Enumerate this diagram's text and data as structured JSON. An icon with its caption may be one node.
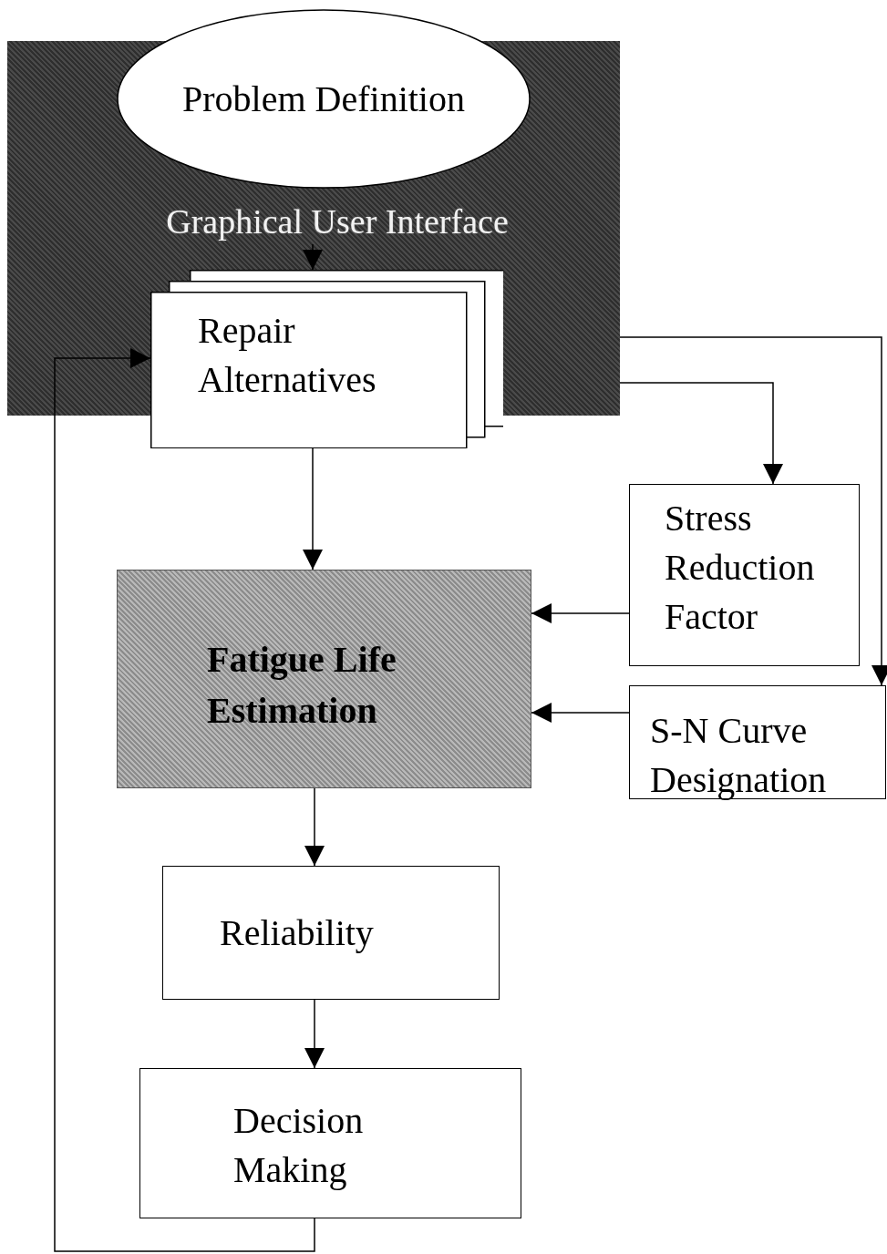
{
  "diagram": {
    "nodes": [
      {
        "text": [],
        "shape": "box"
      },
      {
        "text": [
          "Problem Definition"
        ]
      },
      {
        "text": [
          "Graphical User Interface"
        ],
        "in": 0
      },
      {
        "text": [
          "Repair Alternatives"
        ]
      },
      {
        "text": [
          "Fatigue Life Estimation"
        ]
      },
      {
        "text": [
          "Stress Reduction Factor"
        ]
      },
      {
        "text": [
          "S-N Curve Designation"
        ]
      },
      {
        "text": [
          "Reliability"
        ]
      },
      {
        "text": [
          "Decision Making"
        ]
      }
    ],
    "edges": [
      {
        "from": 2,
        "to": 3,
        "arrow": "to"
      },
      {
        "from": 8,
        "to": 3,
        "arrow": "to"
      },
      {
        "from": 3,
        "to": 4,
        "arrow": "to"
      },
      {
        "from": 0,
        "to": 5,
        "arrow": "to"
      },
      {
        "from": 0,
        "to": 6,
        "arrow": "to"
      },
      {
        "from": 5,
        "to": 4,
        "arrow": "to"
      },
      {
        "from": 6,
        "to": 4,
        "arrow": "to"
      },
      {
        "from": 4,
        "to": 7,
        "arrow": "to"
      },
      {
        "from": 7,
        "to": 8,
        "arrow": "to"
      }
    ]
  }
}
